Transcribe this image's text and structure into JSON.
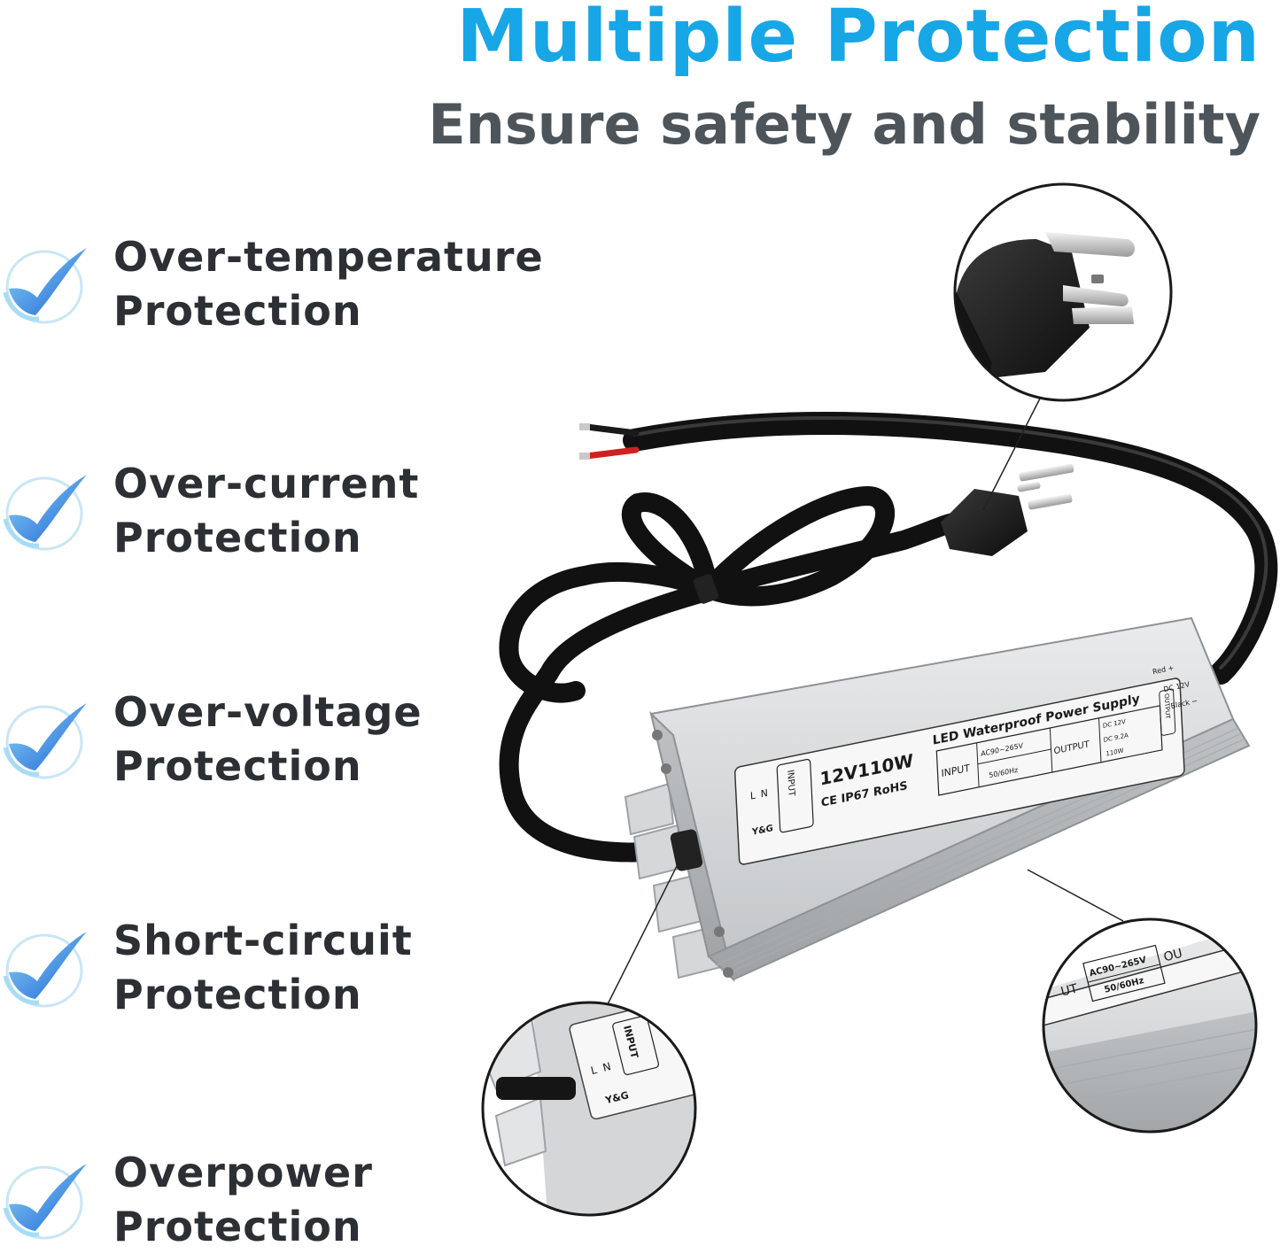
{
  "header": {
    "title": "Multiple Protection",
    "subtitle": "Ensure safety and stability"
  },
  "features": [
    {
      "line1": "Over-temperature",
      "line2": "Protection",
      "icon": "check-icon"
    },
    {
      "line1": "Over-current",
      "line2": "Protection",
      "icon": "check-icon"
    },
    {
      "line1": "Over-voltage",
      "line2": "Protection",
      "icon": "check-icon"
    },
    {
      "line1": "Short-circuit",
      "line2": "Protection",
      "icon": "check-icon"
    },
    {
      "line1": "Overpower",
      "line2": "Protection",
      "icon": "check-icon"
    }
  ],
  "product_label": {
    "model": "12V110W",
    "certs": "CE IP67 RoHS",
    "product_name": "LED Waterproof Power Supply",
    "input_box": "INPUT",
    "input_heading": "INPUT",
    "input_spec_1": "AC90~265V",
    "input_spec_2": "50/60Hz",
    "output_heading": "OUTPUT",
    "output_spec_1": "DC 12V",
    "output_spec_2": "DC 9.2A",
    "output_spec_3": "110W",
    "output_box": "OUTPUT",
    "out_red": "Red  +",
    "out_dc": "DC 12V",
    "out_black": "Black  −",
    "wire_l": "L",
    "wire_n": "N",
    "wire_yg": "Y&G"
  },
  "zoom_input": {
    "box": "INPUT",
    "wire_l": "L",
    "wire_n": "N",
    "wire_yg": "Y&G"
  },
  "zoom_spec": {
    "left_frag": "UT",
    "spec_1": "AC90~265V",
    "spec_2": "50/60Hz",
    "right_frag": "OU"
  },
  "colors": {
    "accent": "#17a6e6",
    "text_dark": "#2c2f33",
    "subtitle": "#4d555b",
    "housing": "#c9ccce"
  }
}
